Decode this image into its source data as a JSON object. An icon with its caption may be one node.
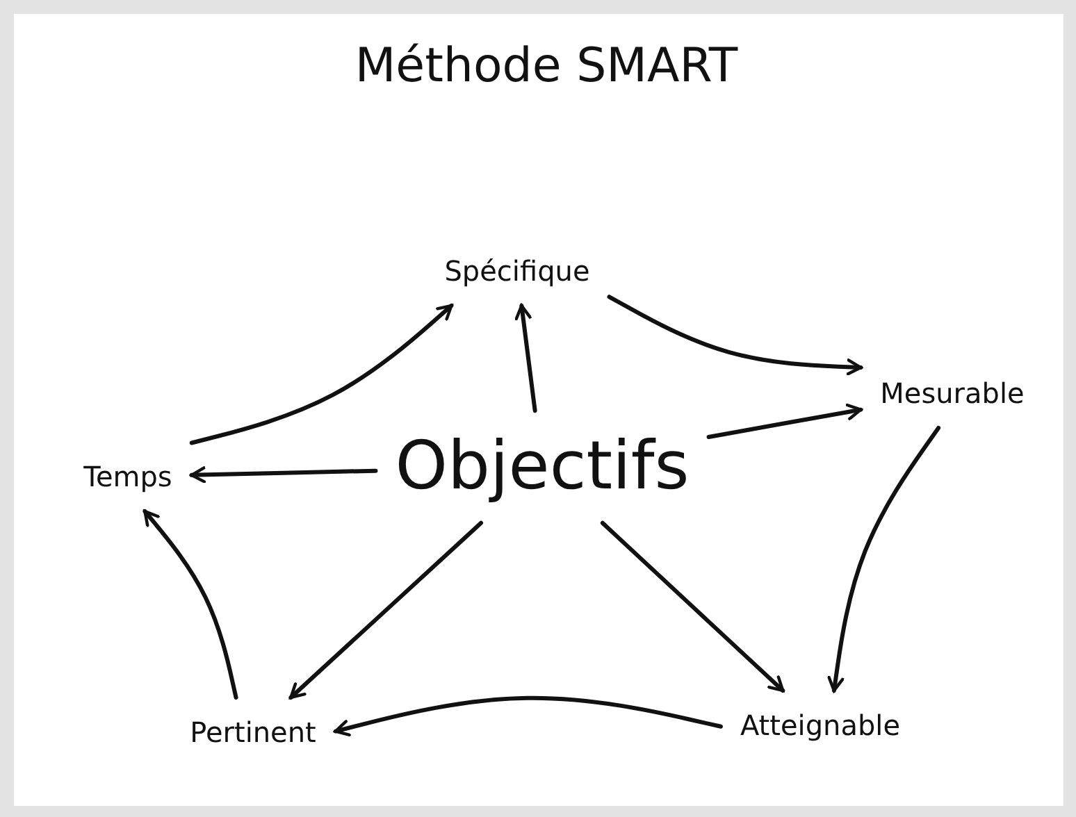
{
  "diagram": {
    "title": "Méthode SMART",
    "nodes": [
      {
        "text": [
          "Objectifs"
        ]
      },
      {
        "text": [
          "Spécifique"
        ]
      },
      {
        "text": [
          "Mesurable"
        ]
      },
      {
        "text": [
          "Atteignable"
        ]
      },
      {
        "text": [
          "Pertinent"
        ]
      },
      {
        "text": [
          "Temps"
        ]
      }
    ],
    "edges": [
      {
        "from": 0,
        "to": 1,
        "arrow": "to"
      },
      {
        "from": 0,
        "to": 2,
        "arrow": "to"
      },
      {
        "from": 0,
        "to": 3,
        "arrow": "to"
      },
      {
        "from": 0,
        "to": 4,
        "arrow": "to"
      },
      {
        "from": 0,
        "to": 5,
        "arrow": "to"
      },
      {
        "from": 1,
        "to": 2,
        "arrow": "to"
      },
      {
        "from": 2,
        "to": 3,
        "arrow": "to"
      },
      {
        "from": 3,
        "to": 4,
        "arrow": "to"
      },
      {
        "from": 4,
        "to": 5,
        "arrow": "to"
      },
      {
        "from": 5,
        "to": 1,
        "arrow": "to"
      }
    ]
  }
}
